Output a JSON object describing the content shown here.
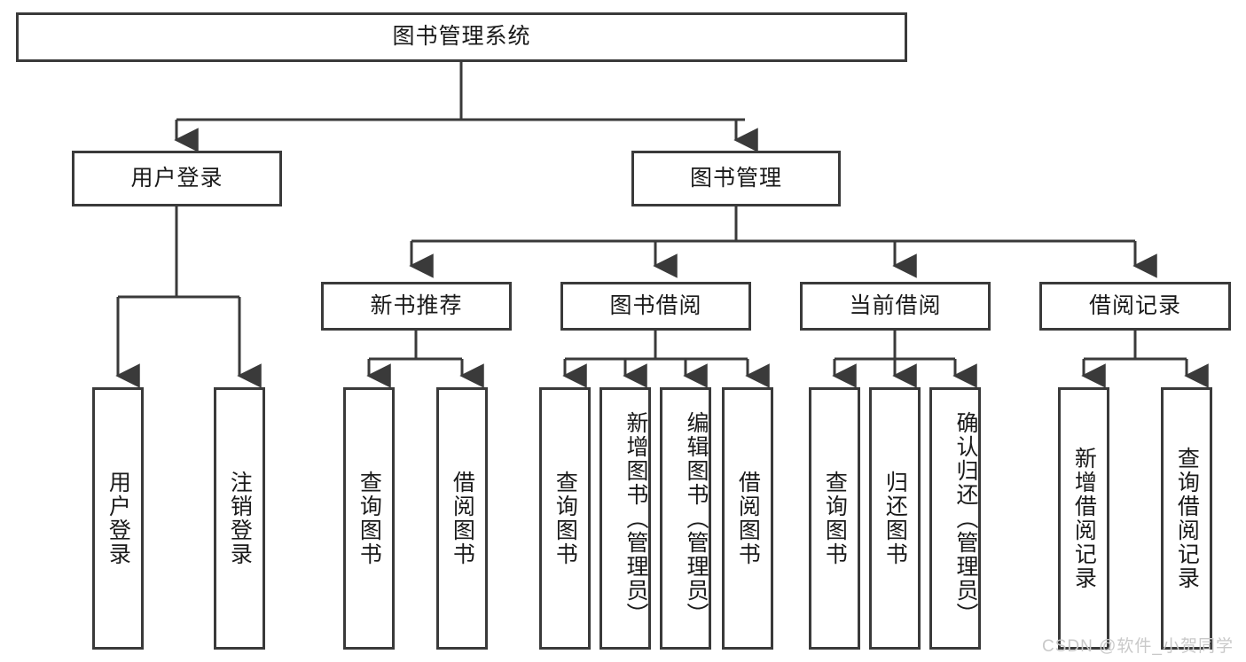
{
  "diagram": {
    "title_node": {
      "label": "图书管理系统"
    },
    "level2": [
      {
        "id": "user-login",
        "label": "用户登录"
      },
      {
        "id": "book-management",
        "label": "图书管理"
      }
    ],
    "level3": [
      {
        "id": "new-book-recommend",
        "label": "新书推荐"
      },
      {
        "id": "book-borrow",
        "label": "图书借阅"
      },
      {
        "id": "current-borrow",
        "label": "当前借阅"
      },
      {
        "id": "borrow-record",
        "label": "借阅记录"
      }
    ],
    "leaves": {
      "user_login": [
        {
          "id": "leaf-user-login",
          "label": "用户登录"
        },
        {
          "id": "leaf-logout-login",
          "label": "注销登录"
        }
      ],
      "new_book_recommend": [
        {
          "id": "leaf-query-book-1",
          "label": "查询图书"
        },
        {
          "id": "leaf-borrow-book-1",
          "label": "借阅图书"
        }
      ],
      "book_borrow": [
        {
          "id": "leaf-query-book-2",
          "label": "查询图书"
        },
        {
          "id": "leaf-add-book",
          "label": "新增图书（管理员）"
        },
        {
          "id": "leaf-edit-book",
          "label": "编辑图书（管理员）"
        },
        {
          "id": "leaf-borrow-book-2",
          "label": "借阅图书"
        }
      ],
      "current_borrow": [
        {
          "id": "leaf-query-book-3",
          "label": "查询图书"
        },
        {
          "id": "leaf-return-book",
          "label": "归还图书"
        },
        {
          "id": "leaf-confirm-return",
          "label": "确认归还（管理员）"
        }
      ],
      "borrow_record": [
        {
          "id": "leaf-add-record",
          "label": "新增借阅记录"
        },
        {
          "id": "leaf-query-record",
          "label": "查询借阅记录"
        }
      ]
    },
    "watermark": "CSDN @软件_小贺同学",
    "colors": {
      "stroke": "#3a3a3a",
      "background": "#ffffff",
      "text": "#1a1a1a",
      "watermark": "#c9c9c9"
    }
  }
}
